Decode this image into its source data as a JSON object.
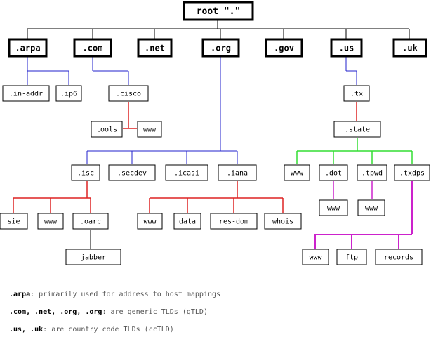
{
  "nodes": {
    "root": {
      "label": "root \".\""
    },
    "arpa": {
      "label": ".arpa"
    },
    "com": {
      "label": ".com"
    },
    "net": {
      "label": ".net"
    },
    "org": {
      "label": ".org"
    },
    "gov": {
      "label": ".gov"
    },
    "us": {
      "label": ".us"
    },
    "uk": {
      "label": ".uk"
    },
    "inaddr": {
      "label": ".in-addr"
    },
    "ip6": {
      "label": ".ip6"
    },
    "cisco": {
      "label": ".cisco"
    },
    "tools": {
      "label": "tools"
    },
    "www_cisco": {
      "label": "www"
    },
    "tx": {
      "label": ".tx"
    },
    "state": {
      "label": ".state"
    },
    "isc": {
      "label": ".isc"
    },
    "secdev": {
      "label": ".secdev"
    },
    "icasi": {
      "label": ".icasi"
    },
    "iana": {
      "label": ".iana"
    },
    "www_state": {
      "label": "www"
    },
    "dot": {
      "label": ".dot"
    },
    "tpwd": {
      "label": ".tpwd"
    },
    "txdps": {
      "label": ".txdps"
    },
    "www_dot": {
      "label": "www"
    },
    "www_tpwd": {
      "label": "www"
    },
    "sie": {
      "label": "sie"
    },
    "www_isc": {
      "label": "www"
    },
    "oarc": {
      "label": ".oarc"
    },
    "www_iana": {
      "label": "www"
    },
    "data": {
      "label": "data"
    },
    "resdom": {
      "label": "res-dom"
    },
    "whois": {
      "label": "whois"
    },
    "jabber": {
      "label": "jabber"
    },
    "www_txdps": {
      "label": "www"
    },
    "ftp": {
      "label": "ftp"
    },
    "records": {
      "label": "records"
    }
  },
  "colors": {
    "black": "#000000",
    "blue": "#2222cc",
    "red": "#dd2222",
    "green": "#33dd33",
    "magenta": "#cc22cc"
  },
  "legend": [
    {
      "term": ".arpa",
      "text": ": primarily used for address to host mappings"
    },
    {
      "term": ".com, .net, .org, .org",
      "text": ": are generic TLDs (gTLD)"
    },
    {
      "term": ".us, .uk",
      "text": ": are country code TLDs (ccTLD)"
    }
  ]
}
